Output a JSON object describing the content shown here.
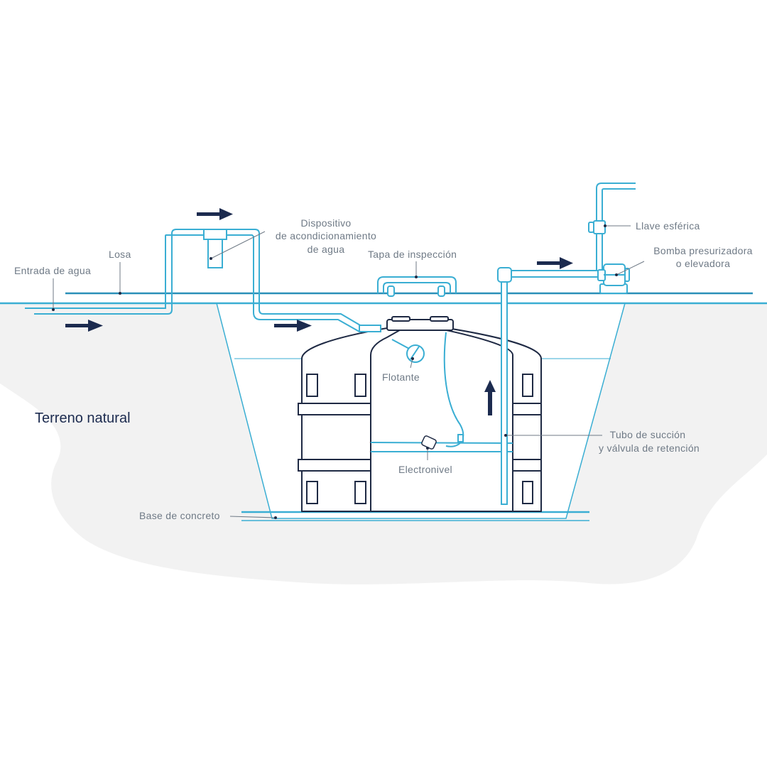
{
  "diagram": {
    "title": "Instalación de cisterna enterrada",
    "colors": {
      "pipe": "#3aaed3",
      "tank": "#1f2a44",
      "arrow": "#1c2b4f",
      "label": "#6f7a86",
      "ground": "#f2f2f2"
    },
    "labels": {
      "entrada": "Entrada de agua",
      "losa": "Losa",
      "dispositivo_1": "Dispositivo",
      "dispositivo_2": "de acondicionamiento",
      "dispositivo_3": "de agua",
      "tapa": "Tapa de inspección",
      "llave": "Llave esférica",
      "bomba_1": "Bomba presurizadora",
      "bomba_2": "o elevadora",
      "terreno": "Terreno natural",
      "flotante": "Flotante",
      "tubo_1": "Tubo de succión",
      "tubo_2": "y válvula de retención",
      "electronivel": "Electronivel",
      "base": "Base de concreto"
    }
  }
}
